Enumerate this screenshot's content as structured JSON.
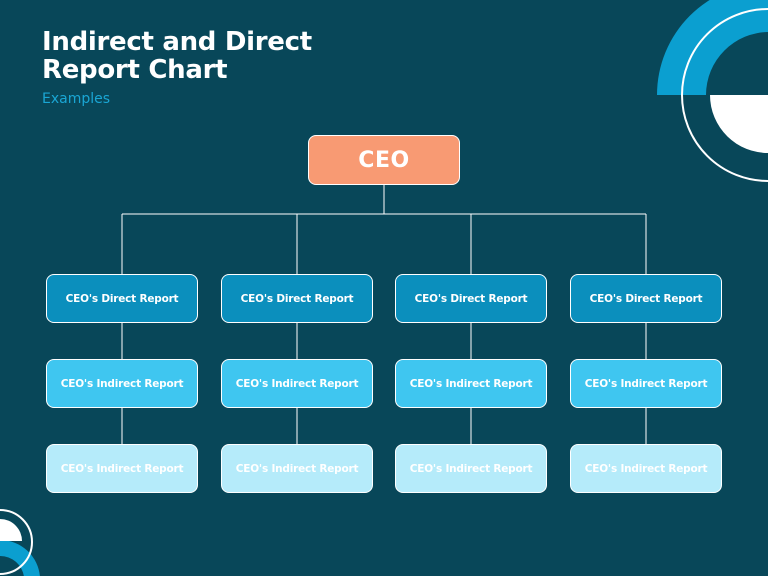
{
  "header": {
    "title_line1": "Indirect and Direct",
    "title_line2": "Report Chart",
    "subtitle": "Examples"
  },
  "ceo": {
    "label": "CEO"
  },
  "columns": [
    {
      "direct": "CEO's Direct Report",
      "indirect_1": "CEO's Indirect Report",
      "indirect_2": "CEO's Indirect Report"
    },
    {
      "direct": "CEO's Direct Report",
      "indirect_1": "CEO's Indirect Report",
      "indirect_2": "CEO's Indirect Report"
    },
    {
      "direct": "CEO's Direct Report",
      "indirect_1": "CEO's Indirect Report",
      "indirect_2": "CEO's Indirect Report"
    },
    {
      "direct": "CEO's Direct Report",
      "indirect_1": "CEO's Indirect Report",
      "indirect_2": "CEO's Indirect Report"
    }
  ],
  "colors": {
    "background": "#084759",
    "ceo_box": "#f89a73",
    "direct_box": "#0b8fbd",
    "indirect_box_1": "#3fc6f0",
    "indirect_box_2": "#b5ebfa",
    "accent": "#1aa6d4",
    "connector": "#ffffff"
  }
}
